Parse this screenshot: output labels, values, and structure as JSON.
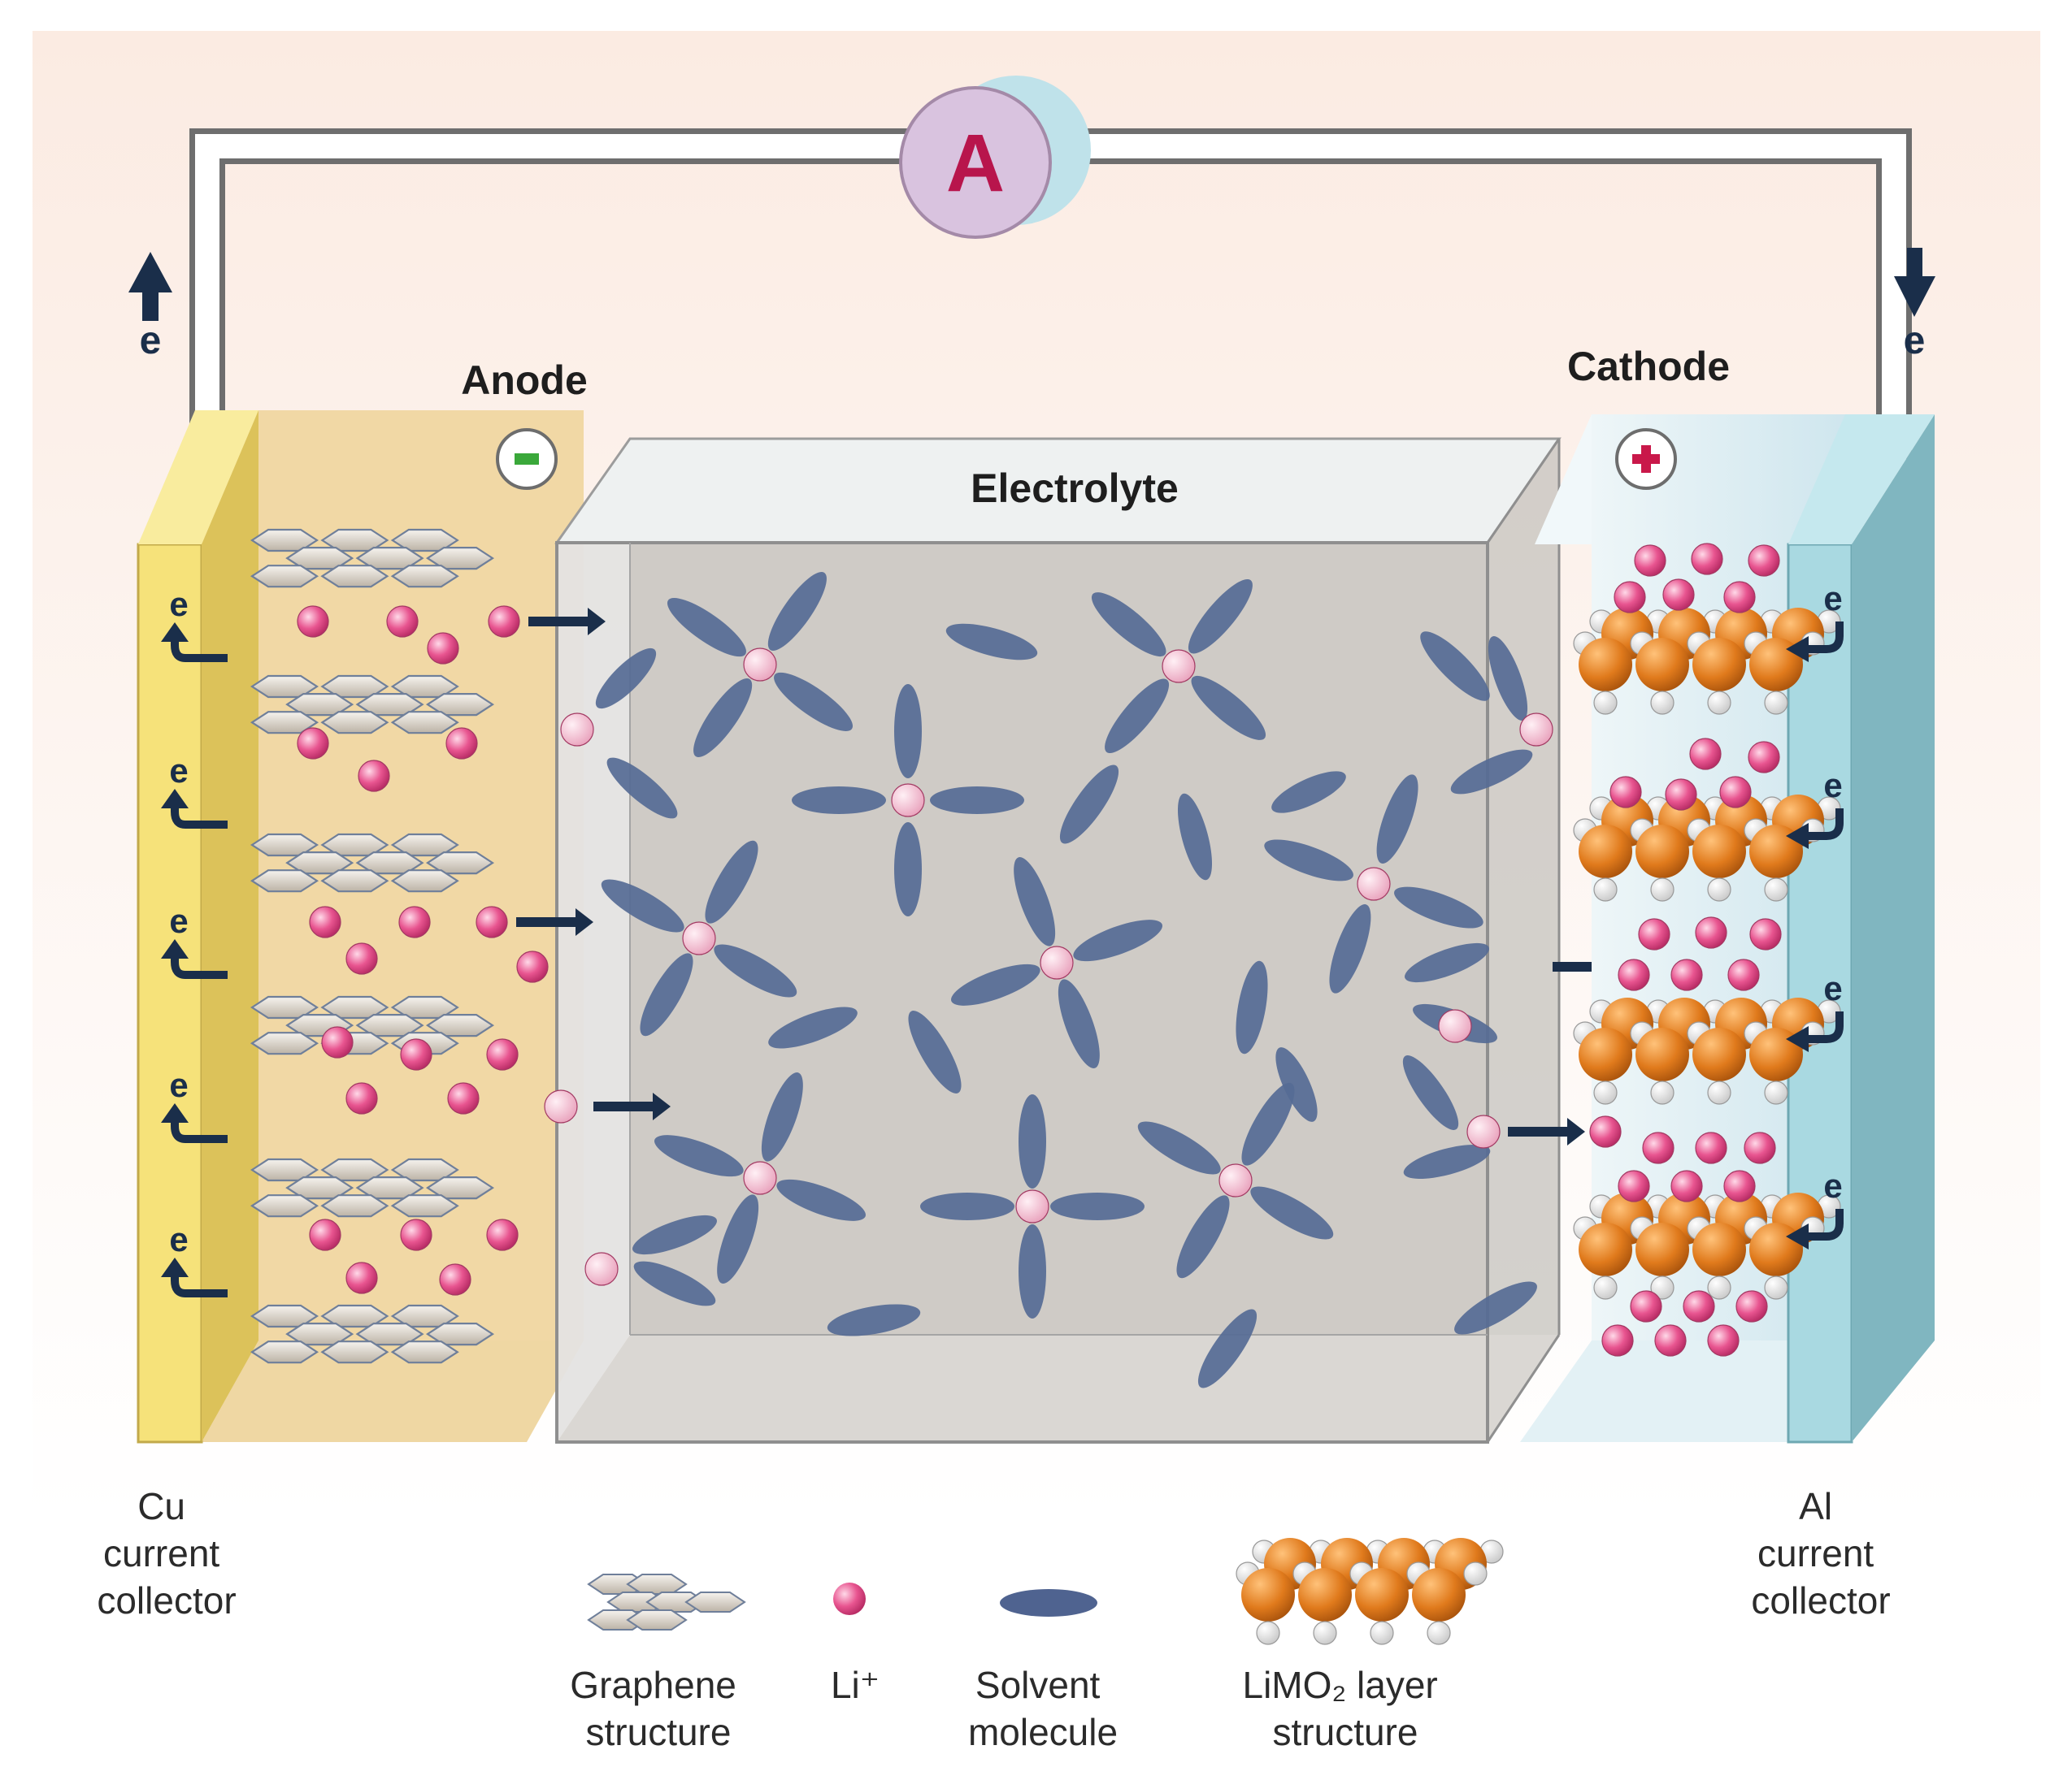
{
  "labels": {
    "ammeter": "A",
    "electron": "e",
    "anode": "Anode",
    "cathode": "Cathode",
    "electrolyte": "Electrolyte",
    "minus": "−",
    "plus": "+",
    "cu_collector": [
      "Cu",
      "current",
      "collector"
    ],
    "al_collector": [
      "Al",
      "current",
      "collector"
    ]
  },
  "legend": [
    {
      "id": "graphene",
      "lines": [
        "Graphene",
        "structure"
      ]
    },
    {
      "id": "li",
      "lines": [
        "Li⁺"
      ]
    },
    {
      "id": "solvent",
      "lines": [
        "Solvent",
        "molecule"
      ]
    },
    {
      "id": "limo2",
      "lines": [
        "LiMO₂ layer",
        "structure"
      ]
    }
  ],
  "colors": {
    "background_top": "#fbeee6",
    "anode": "#f3ddb0",
    "collector_cu": "#f4de78",
    "electrolyte": "#d9d5d1",
    "cathode": "#dcecf1",
    "collector_al": "#9fd3dc",
    "li_ion": "#e4508c",
    "solvent": "#5a6f96",
    "metal_oxide": "#dd7a1c",
    "arrow": "#1a2e4a",
    "ammeter": "#d9c3df",
    "ammeter_letter": "#b8154c"
  }
}
